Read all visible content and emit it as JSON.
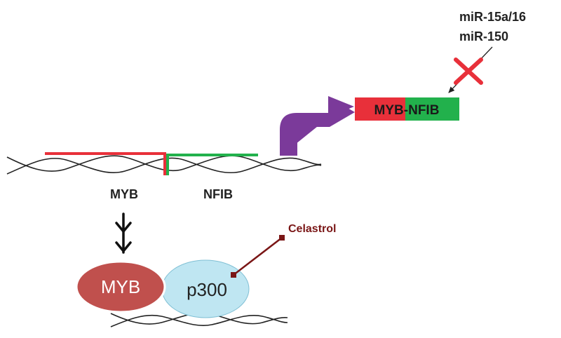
{
  "mirna": {
    "line1": "miR-15a/16",
    "line2": "miR-150"
  },
  "fusion": {
    "myb_part": "MYB",
    "nfib_part": "-NFIB"
  },
  "genes": {
    "myb": "MYB",
    "nfib": "NFIB"
  },
  "complex": {
    "myb": "MYB",
    "p300": "p300"
  },
  "drug": {
    "name": "Celastrol"
  },
  "colors": {
    "myb_red": "#e8303a",
    "nfib_green": "#22b14c",
    "arrow_purple": "#7b3a9a",
    "myb_oval": "#c0504d",
    "p300_oval": "#bfe6f2",
    "celastrol": "#7a1616",
    "dna": "#222222"
  }
}
